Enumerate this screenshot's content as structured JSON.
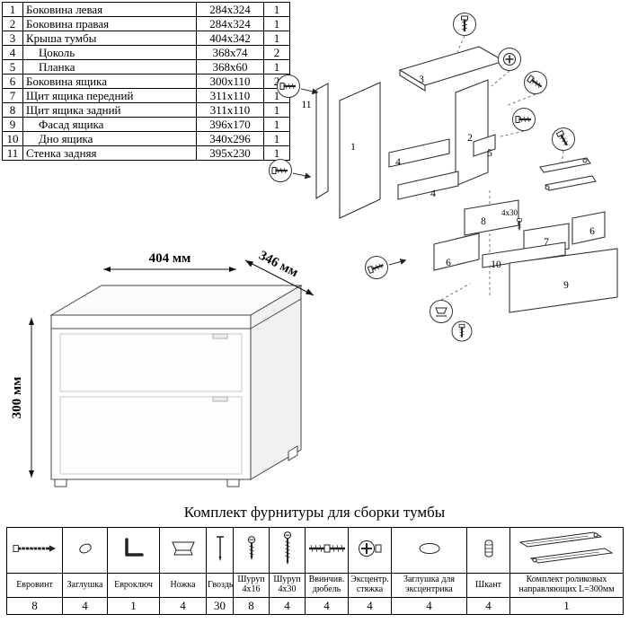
{
  "parts_table": {
    "rows": [
      {
        "num": "1",
        "name": "Боковина левая",
        "size": "284x324",
        "qty": "1",
        "indent": false
      },
      {
        "num": "2",
        "name": "Боковина правая",
        "size": "284x324",
        "qty": "1",
        "indent": false
      },
      {
        "num": "3",
        "name": "Крыша тумбы",
        "size": "404x342",
        "qty": "1",
        "indent": false
      },
      {
        "num": "4",
        "name": "Цоколь",
        "size": "368x74",
        "qty": "2",
        "indent": true
      },
      {
        "num": "5",
        "name": "Планка",
        "size": "368x60",
        "qty": "1",
        "indent": true
      },
      {
        "num": "6",
        "name": "Боковина ящика",
        "size": "300x110",
        "qty": "2",
        "indent": false
      },
      {
        "num": "7",
        "name": "Щит ящика передний",
        "size": "311x110",
        "qty": "1",
        "indent": false
      },
      {
        "num": "8",
        "name": "Щит ящика задний",
        "size": "311x110",
        "qty": "1",
        "indent": false
      },
      {
        "num": "9",
        "name": "Фасад ящика",
        "size": "396x170",
        "qty": "1",
        "indent": true
      },
      {
        "num": "10",
        "name": "Дно ящика",
        "size": "340x296",
        "qty": "1",
        "indent": true
      },
      {
        "num": "11",
        "name": "Стенка задняя",
        "size": "395x230",
        "qty": "1",
        "indent": false
      }
    ]
  },
  "dimensions": {
    "width": "404 мм",
    "depth": "346 мм",
    "height": "300 мм"
  },
  "diagram": {
    "part_labels": [
      "1",
      "2",
      "3",
      "4",
      "4",
      "5",
      "6",
      "6",
      "7",
      "8",
      "9",
      "10",
      "11"
    ],
    "screw_note": "4x30"
  },
  "hardware": {
    "title": "Комплект фурнитуры для сборки тумбы",
    "items": [
      {
        "icon": "euro-screw-icon",
        "name": "Евровинт",
        "qty": "8"
      },
      {
        "icon": "cap-icon",
        "name": "Заглушка",
        "qty": "4"
      },
      {
        "icon": "hex-key-icon",
        "name": "Евроключ",
        "qty": "1"
      },
      {
        "icon": "leg-icon",
        "name": "Ножка",
        "qty": "4"
      },
      {
        "icon": "nail-icon",
        "name": "Гвоздь",
        "qty": "30"
      },
      {
        "icon": "screw-short-icon",
        "name": "Шуруп 4x16",
        "qty": "8"
      },
      {
        "icon": "screw-long-icon",
        "name": "Шуруп 4x30",
        "qty": "4"
      },
      {
        "icon": "dowel-screw-icon",
        "name": "Ввинчив. дюбель",
        "qty": "4"
      },
      {
        "icon": "cam-lock-icon",
        "name": "Эксцентр. стяжка",
        "qty": "4"
      },
      {
        "icon": "cam-cap-icon",
        "name": "Заглушка для эксцентрика",
        "qty": "4"
      },
      {
        "icon": "dowel-icon",
        "name": "Шкант",
        "qty": "4"
      },
      {
        "icon": "slides-icon",
        "name": "Комплект роликовых направляющих L=300мм",
        "qty": "1"
      }
    ]
  }
}
